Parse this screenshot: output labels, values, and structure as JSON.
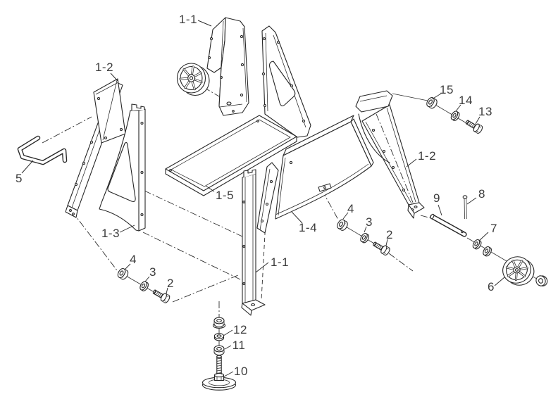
{
  "figure": {
    "kind": "exploded-parts-diagram",
    "background_color": "#ffffff",
    "line_color": "#262626",
    "label_color": "#3c3c3c"
  },
  "callouts": [
    {
      "id": "top-leg-panel",
      "label": "1-1"
    },
    {
      "id": "left-brace",
      "label": "1-2"
    },
    {
      "id": "handle",
      "label": "5"
    },
    {
      "id": "left-leg",
      "label": "1-3"
    },
    {
      "id": "tabletop",
      "label": "1-5"
    },
    {
      "id": "center-leg",
      "label": "1-1"
    },
    {
      "id": "curved-panel",
      "label": "1-4"
    },
    {
      "id": "right-leg",
      "label": "1-2"
    },
    {
      "id": "flange-nut-right",
      "label": "15"
    },
    {
      "id": "washer-right",
      "label": "14"
    },
    {
      "id": "bolt-right",
      "label": "13"
    },
    {
      "id": "axle-rod",
      "label": "9"
    },
    {
      "id": "cotter-pin",
      "label": "8"
    },
    {
      "id": "axle-washers",
      "label": "7"
    },
    {
      "id": "wheel",
      "label": "6"
    },
    {
      "id": "nut-center",
      "label": "4"
    },
    {
      "id": "washer-center",
      "label": "3"
    },
    {
      "id": "bolt-center",
      "label": "2"
    },
    {
      "id": "nut-left",
      "label": "4"
    },
    {
      "id": "washer-left",
      "label": "3"
    },
    {
      "id": "bolt-left",
      "label": "2"
    },
    {
      "id": "washer-bottom",
      "label": "12"
    },
    {
      "id": "nut-bottom",
      "label": "11"
    },
    {
      "id": "leveling-foot",
      "label": "10"
    }
  ]
}
